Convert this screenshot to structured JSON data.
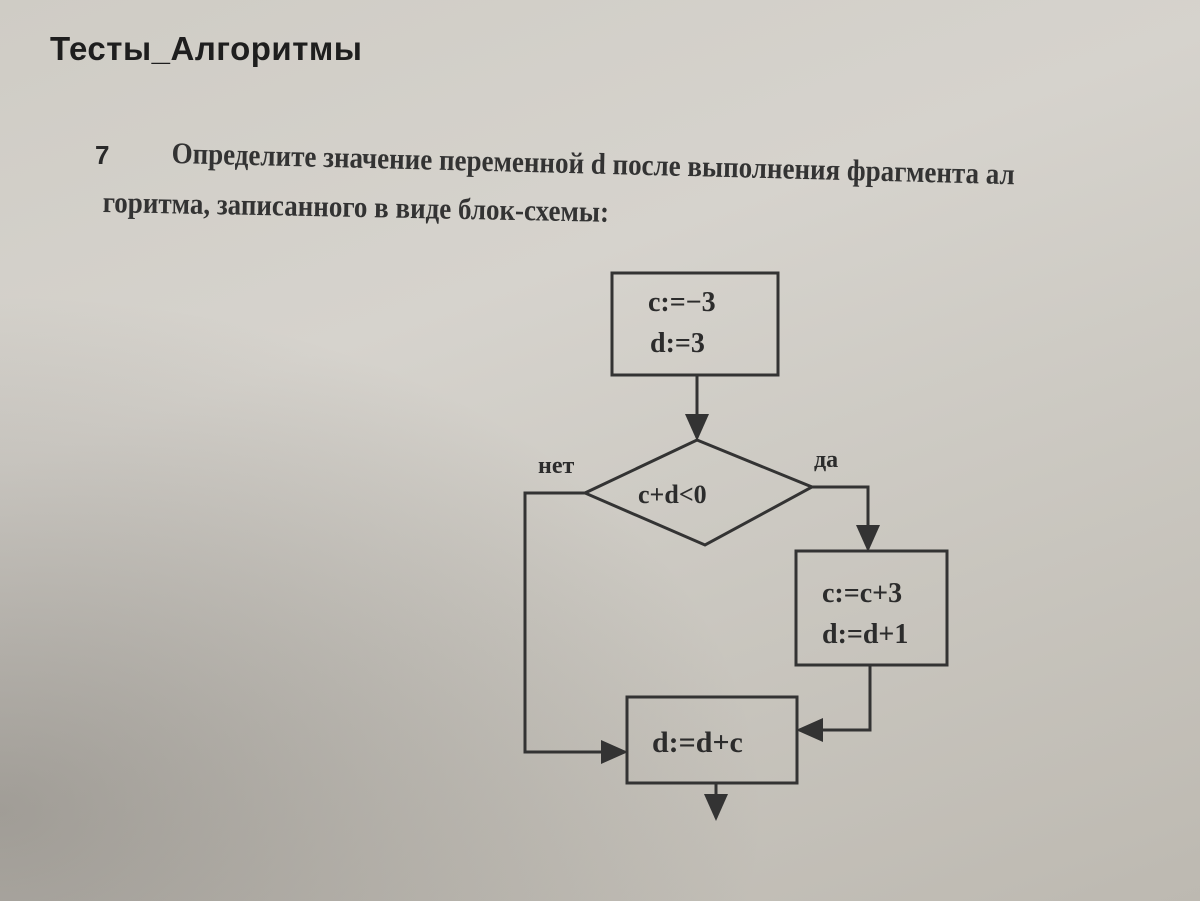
{
  "page": {
    "title": "Тесты_Алгоритмы",
    "question_number": "7",
    "question_line1": "Определите значение переменной d после выполнения фрагмента ал",
    "question_line2": "горитма, записанного в виде блок-схемы:"
  },
  "flowchart": {
    "start_block": {
      "line1": "c:=−3",
      "line2": "d:=3"
    },
    "condition": {
      "text": "c+d<0",
      "no_label": "нет",
      "yes_label": "да"
    },
    "yes_block": {
      "line1": "c:=c+3",
      "line2": "d:=d+1"
    },
    "final_block": {
      "text": "d:=d+c"
    }
  }
}
